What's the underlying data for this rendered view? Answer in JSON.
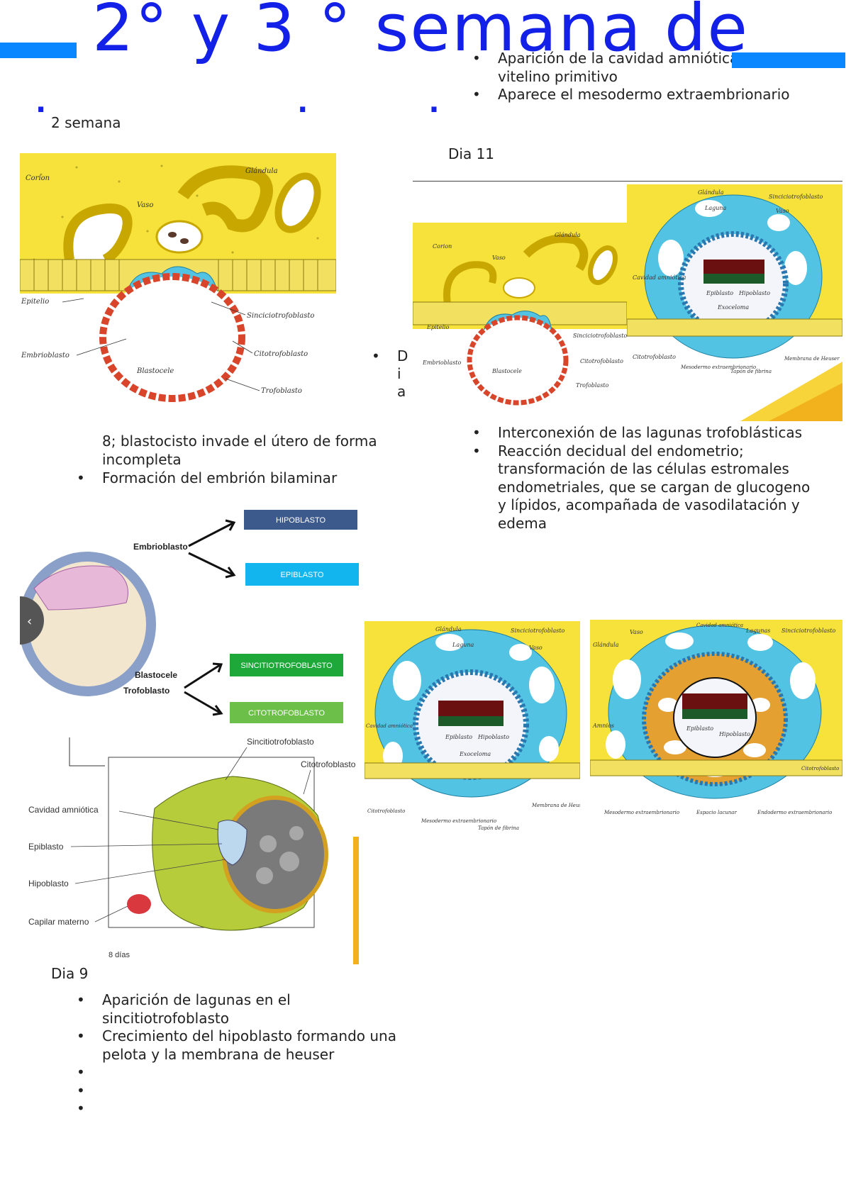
{
  "header": {
    "title": "2° y 3 ° semana de",
    "subtitle_dots": ". .."
  },
  "top_bullets": [
    "Aparición de la cavidad amniótica y",
    "vitelino primitivo",
    "Aparece el mesodermo extraembrionario"
  ],
  "left": {
    "week_label": "2 semana",
    "figure1_labels": {
      "corion": "Corion",
      "vaso": "Vaso",
      "glandula": "Glándula",
      "epitelio": "Epitelio",
      "sinciciotrofoblasto": "Sinciciotrofoblasto",
      "embrioblasto": "Embrioblasto",
      "citotrofoblasto": "Citotrofoblasto",
      "blastocele": "Blastocele",
      "trofoblasto": "Trofoblasto"
    },
    "day8_text": "8; blastocisto invade el útero de forma incompleta",
    "day8_bullets": [
      "Formación del embrión bilaminar"
    ],
    "scheme": {
      "embrioblasto": "Embrioblasto",
      "blastocele": "Blastocele",
      "trofoblasto": "Trofoblasto",
      "boxes": [
        "HIPOBLASTO",
        "EPIBLASTO",
        "SINCITIOTROFOBLASTO",
        "CITOTROFOBLASTO"
      ],
      "box_colors": [
        "#3d5a8c",
        "#12b5ee",
        "#1fa83a",
        "#6cc04a"
      ]
    },
    "figure3_labels": {
      "sincitio": "Sincitiotrofoblasto",
      "cito": "Citotrofoblasto",
      "amniotica": "Cavidad amniótica",
      "epiblasto": "Epiblasto",
      "hipoblasto": "Hipoblasto",
      "capilar": "Capilar materno",
      "dias": "8 días"
    },
    "day9_label": "Dia 9",
    "day9_bullets": [
      "Aparición de lagunas en el sincitiotrofoblasto",
      "Crecimiento del hipoblasto formando una pelota y la membrana de heuser",
      "",
      "",
      ""
    ]
  },
  "right": {
    "day11_label": "Dia 11",
    "vertical_letters": [
      "D",
      "i",
      "a"
    ],
    "figure_labels": {
      "glandula": "Glándula",
      "laguna": "Laguna",
      "sincitio": "Sinciciotrofoblasto",
      "vaso": "Vaso",
      "cavidad": "Cavidad amniótica",
      "epiblasto": "Epiblasto",
      "hipoblasto": "Hipoblasto",
      "exoceloma": "Exoceloma",
      "citotrofoblasto": "Citotrofoblasto",
      "mesodermo": "Mesodermo extraembrionario",
      "tapon": "Tapón de fibrina",
      "membrana": "Membrana de Heuser",
      "amnios": "Amnios",
      "lagunas": "Lagunas",
      "espacio": "Espacio lacunar",
      "endodermo": "Endodermo extraembrionario",
      "corion": "Corion",
      "epitelio": "Epitelio",
      "embrioblasto": "Embrioblasto",
      "blastocele": "Blastocele",
      "trofoblasto": "Trofoblasto"
    },
    "day11_bullets": [
      "Interconexión de las lagunas trofoblásticas",
      "Reacción decidual del endometrio; transformación de las células estromales endometriales, que se cargan de glucogeno y lípidos, acompañada de vasodilatación y edema"
    ]
  },
  "colors": {
    "title": "#1220e8",
    "title_bar": "#0a86ff",
    "endometrium": "#f6e23a",
    "trophoblast_blue": "#52c3e3",
    "embryoblast_pink": "#e0307a",
    "cell_red": "#d9452a",
    "scheme_green": "#b6cc3a"
  }
}
